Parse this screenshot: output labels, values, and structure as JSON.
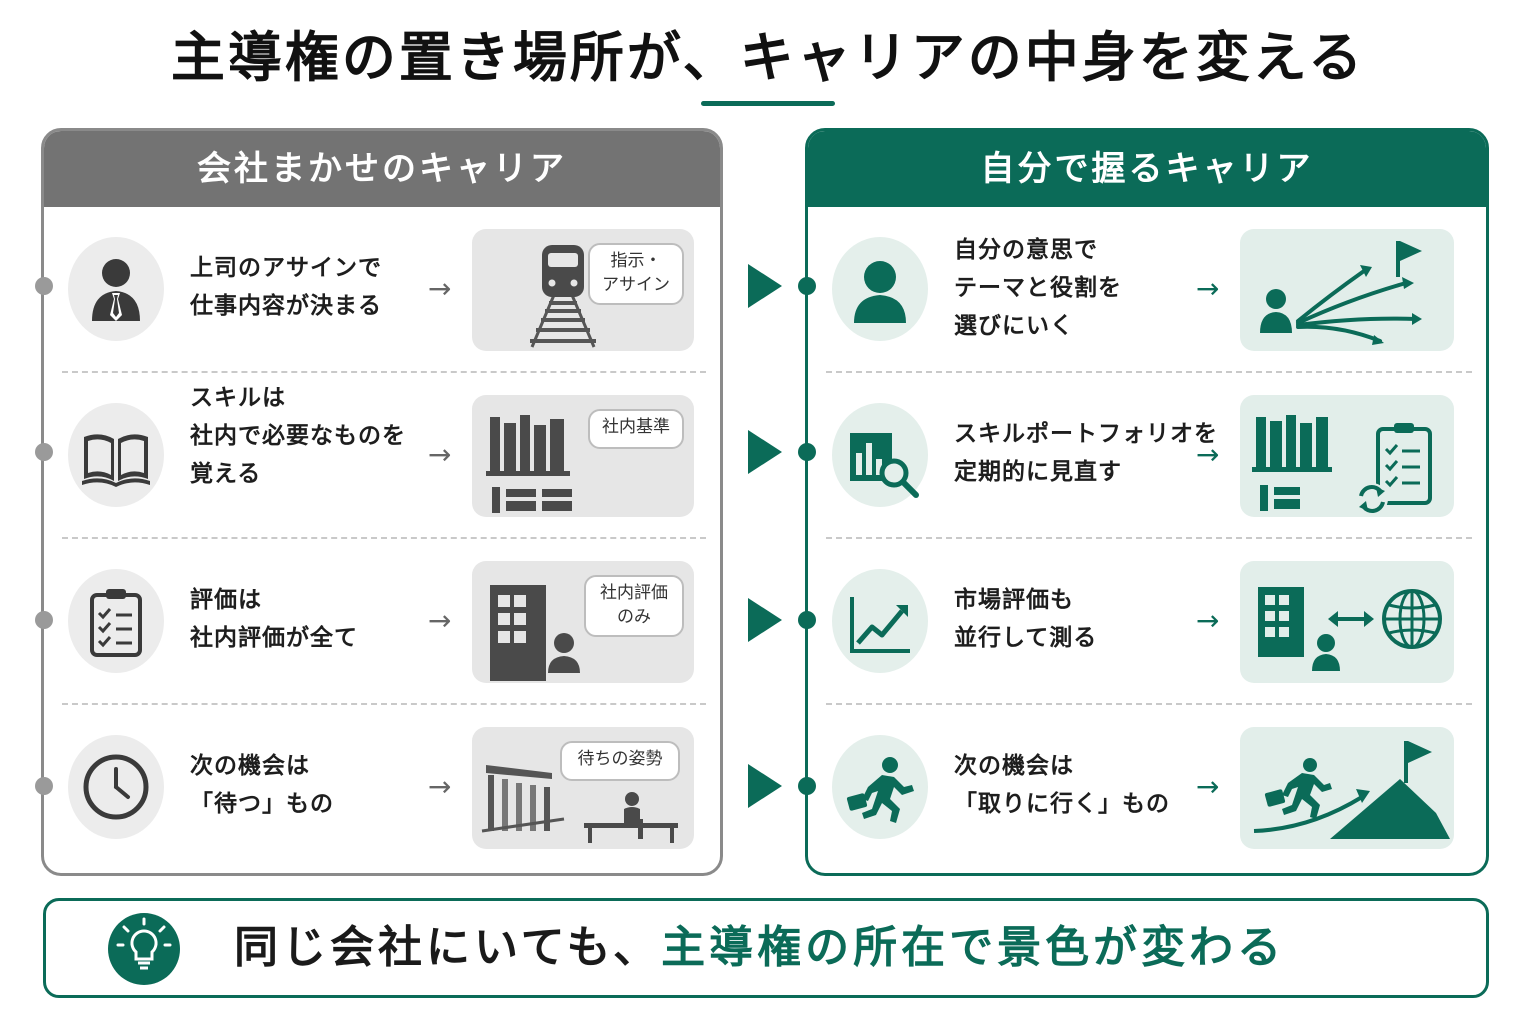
{
  "title": "主導権の置き場所が、キャリアの中身を変える",
  "colors": {
    "accent": "#0b6b58",
    "left_header": "#737373",
    "left_border": "#8a8a8a"
  },
  "left": {
    "header": "会社まかせのキャリア",
    "rows": [
      {
        "icon": "businessman-icon",
        "lines": [
          "上司のアサインで",
          "仕事内容が決まる"
        ],
        "bubble": [
          "指示・",
          "アサイン"
        ],
        "illustration": "railway-track-train-icon"
      },
      {
        "icon": "open-book-icon",
        "lines": [
          "スキルは",
          "社内で必要なものを",
          "覚える"
        ],
        "bubble": [
          "社内基準"
        ],
        "illustration": "bookshelf-icon"
      },
      {
        "icon": "checklist-clipboard-icon",
        "lines": [
          "評価は",
          "社内評価が全て"
        ],
        "bubble": [
          "社内評価",
          "のみ"
        ],
        "illustration": "office-building-person-icon"
      },
      {
        "icon": "clock-icon",
        "lines": [
          "次の機会は",
          "「待つ」もの"
        ],
        "bubble": [
          "待ちの姿勢"
        ],
        "illustration": "bench-waiting-person-icon"
      }
    ]
  },
  "right": {
    "header": "自分で握るキャリア",
    "rows": [
      {
        "icon": "person-icon",
        "lines": [
          "自分の意思で",
          "テーマと役割を",
          "選びにいく"
        ],
        "illustration": "person-multiple-paths-flag-icon"
      },
      {
        "icon": "chart-magnifier-icon",
        "lines": [
          "スキルポートフォリオを",
          "定期的に見直す"
        ],
        "illustration": "books-clipboard-refresh-icon"
      },
      {
        "icon": "trend-chart-icon",
        "lines": [
          "市場評価も",
          "並行して測る"
        ],
        "illustration": "building-globe-exchange-icon"
      },
      {
        "icon": "running-person-briefcase-icon",
        "lines": [
          "次の機会は",
          "「取りに行く」もの"
        ],
        "illustration": "runner-climbing-mountain-flag-icon"
      }
    ]
  },
  "footer": {
    "icon": "lightbulb-icon",
    "text_plain": "同じ会社にいても、",
    "text_accent": "主導権の所在で景色が変わる"
  }
}
